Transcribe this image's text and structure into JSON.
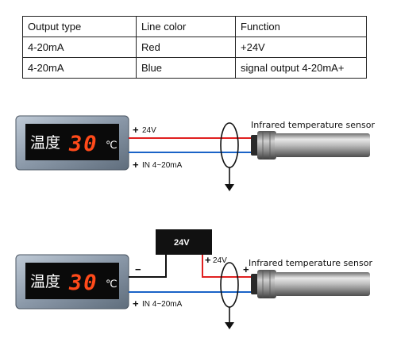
{
  "table": {
    "headers": [
      "Output type",
      "Line color",
      "Function"
    ],
    "rows": [
      [
        "4-20mA",
        "Red",
        "+24V"
      ],
      [
        "4-20mA",
        "Blue",
        "signal output 4-20mA+"
      ]
    ]
  },
  "diagram1": {
    "display": {
      "label": "温度",
      "value": "30",
      "unit": "℃"
    },
    "red_wire_label": "24V",
    "blue_wire_label": "IN 4~20mA",
    "sensor_label": "Infrared temperature sensor"
  },
  "diagram2": {
    "display": {
      "label": "温度",
      "value": "30",
      "unit": "℃"
    },
    "power_supply_label": "24V",
    "minus_label": "−",
    "red_wire_label": "24V",
    "blue_wire_label": "IN 4~20mA",
    "sensor_label": "Infrared temperature sensor"
  },
  "colors": {
    "red_wire": "#e02020",
    "blue_wire": "#1a63c7",
    "digits": "#ff4a1a"
  }
}
